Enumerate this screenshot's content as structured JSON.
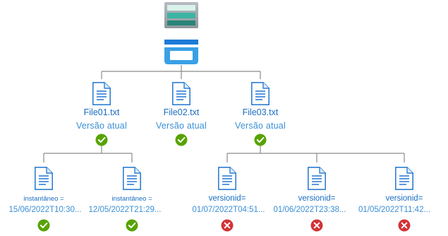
{
  "colors": {
    "line": "#8a8a8a",
    "doc_border": "#2f7fd2",
    "doc_fill": "#ffffff",
    "doc_lines": "#2f7fd2",
    "ok": "#57a300",
    "error": "#d13438"
  },
  "icons": {
    "storage_account": "storage-account-icon",
    "container": "blob-container-icon",
    "document": "document-icon",
    "ok": "check-circle-icon",
    "error": "x-circle-icon"
  },
  "files": [
    {
      "name": "File01.txt",
      "status": "Versão atual",
      "state": "ok"
    },
    {
      "name": "File02.txt",
      "status": "Versão atual",
      "state": "ok"
    },
    {
      "name": "File03.txt",
      "status": "Versão atual",
      "state": "ok"
    }
  ],
  "snapshots": [
    {
      "key": "instantâneo =",
      "value": "15/06/2022T10:30...",
      "state": "ok"
    },
    {
      "key": "instantâneo =",
      "value": "12/05/2022T21:29...",
      "state": "ok"
    }
  ],
  "versions": [
    {
      "key": "versionid=",
      "value": "01/07/2022T04:51...",
      "state": "error"
    },
    {
      "key": "versionid=",
      "value": "01/06/2022T23:38...",
      "state": "error"
    },
    {
      "key": "versionid=",
      "value": "01/05/2022T11:42...",
      "state": "error"
    }
  ]
}
